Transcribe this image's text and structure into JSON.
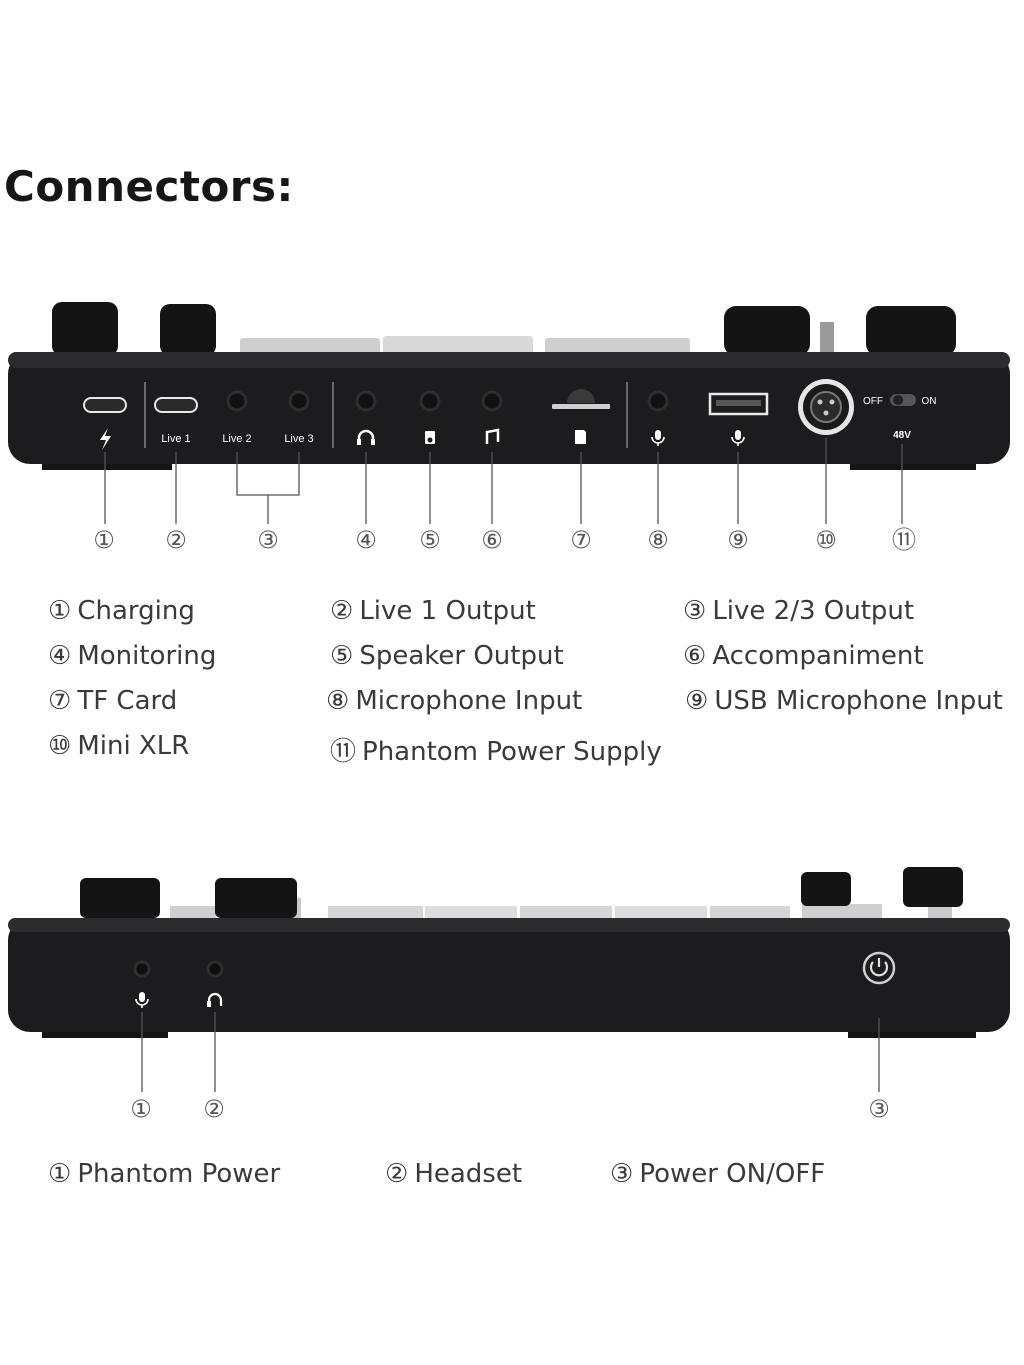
{
  "title": "Connectors:",
  "top_panel": {
    "labels": {
      "live1": "Live 1",
      "live2": "Live 2",
      "live3": "Live 3",
      "off": "OFF",
      "on": "ON",
      "v48": "48V"
    },
    "callouts": [
      "①",
      "②",
      "③",
      "④",
      "⑤",
      "⑥",
      "⑦",
      "⑧",
      "⑨",
      "⑩",
      "⑪"
    ],
    "legend": [
      {
        "num": "①",
        "label": "Charging"
      },
      {
        "num": "②",
        "label": "Live 1 Output"
      },
      {
        "num": "③",
        "label": "Live 2/3  Output"
      },
      {
        "num": "④",
        "label": "Monitoring"
      },
      {
        "num": "⑤",
        "label": "Speaker Output"
      },
      {
        "num": "⑥",
        "label": "Accompaniment"
      },
      {
        "num": "⑦",
        "label": "TF Card"
      },
      {
        "num": "⑧",
        "label": "Microphone Input"
      },
      {
        "num": "⑨",
        "label": "USB Microphone Input"
      },
      {
        "num": "⑩",
        "label": "Mini XLR"
      },
      {
        "num": "⑪",
        "label": "Phantom Power Supply"
      }
    ]
  },
  "bottom_panel": {
    "callouts": [
      "①",
      "②",
      "③"
    ],
    "legend": [
      {
        "num": "①",
        "label": "Phantom Power"
      },
      {
        "num": "②",
        "label": "Headset"
      },
      {
        "num": "③",
        "label": "Power ON/OFF"
      }
    ]
  },
  "colors": {
    "body": "#1c1c1e",
    "body_edge": "#2c2c2e",
    "knob": "#111111",
    "label": "#ffffff",
    "callout": "#555555",
    "legend_text": "#3a3a3a"
  },
  "icons": [
    "lightning-icon",
    "headphones-icon",
    "speaker-icon",
    "music-note-icon",
    "sd-card-icon",
    "microphone-icon",
    "headset-icon",
    "power-icon",
    "xlr-port-icon",
    "toggle-switch-icon"
  ]
}
